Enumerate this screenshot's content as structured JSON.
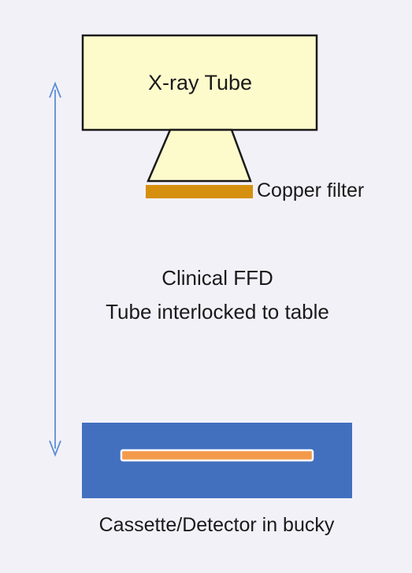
{
  "diagram": {
    "tube_label": "X-ray Tube",
    "filter_label": "Copper filter",
    "distance_label_line1": "Clinical FFD",
    "distance_label_line2": "Tube interlocked to table",
    "detector_label": "Cassette/Detector in bucky"
  },
  "colors": {
    "background": "#f3f1f8",
    "tube_fill": "#fdfbcb",
    "filter_fill": "#d6900f",
    "detector_fill": "#4270bf",
    "detector_strip": "#f39a4a",
    "arrow": "#5b8fd4"
  }
}
